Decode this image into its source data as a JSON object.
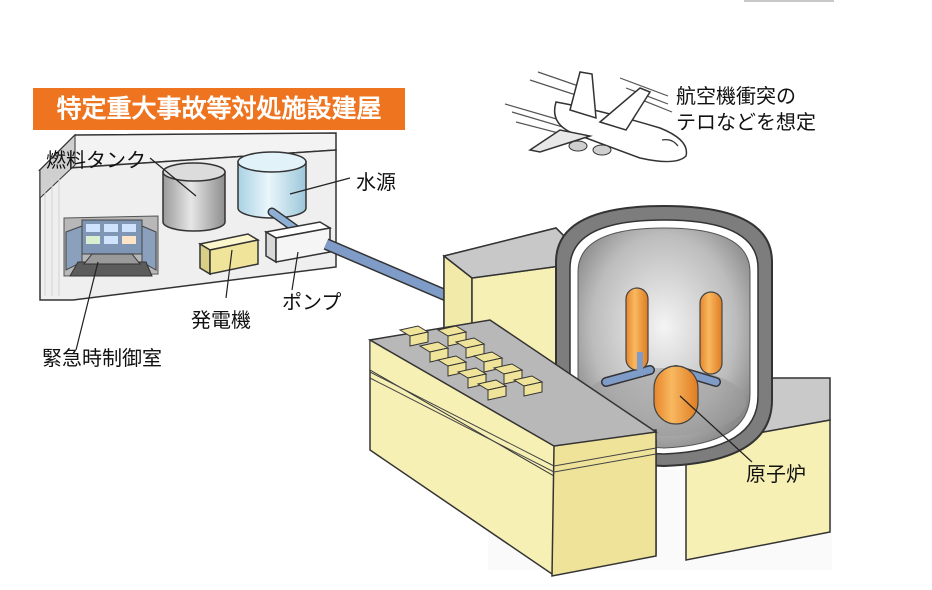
{
  "banner": {
    "title": "特定重大事故等対処施設建屋",
    "color": "#ef7420"
  },
  "labels": {
    "fuel_tank": "燃料タンク",
    "water_source": "水源",
    "generator": "発電機",
    "pump": "ポンプ",
    "control_room": "緊急時制御室",
    "reactor": "原子炉",
    "airplane_line1": "航空機衝突の",
    "airplane_line2": "テロなどを想定"
  },
  "colors": {
    "building_gray": "#d8d8d8",
    "block_yellow": "#f7f0b4",
    "reactor_orange": "#f2a03a",
    "pipe_blue": "#7f9cc8"
  }
}
